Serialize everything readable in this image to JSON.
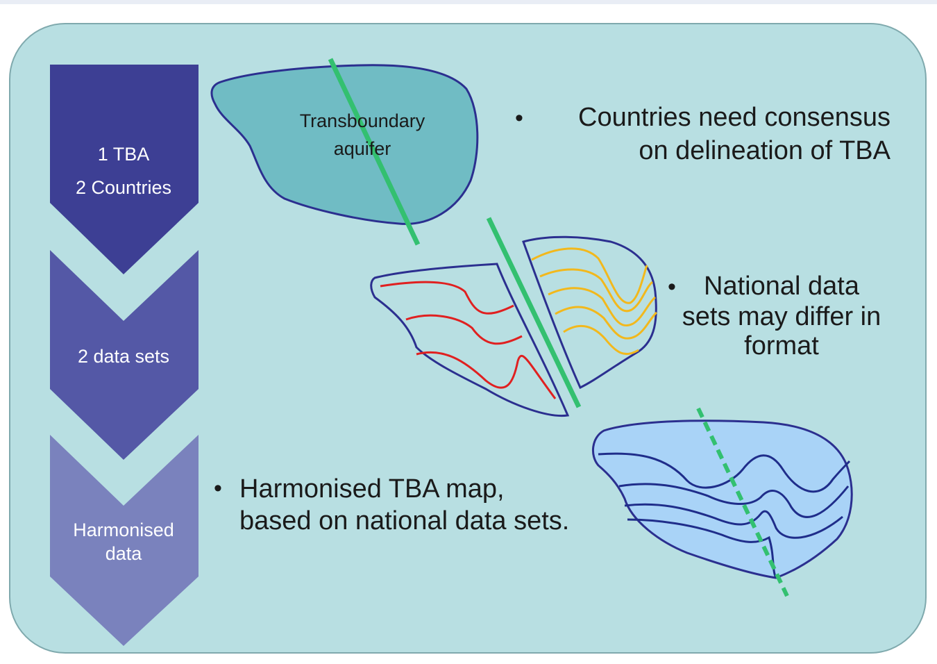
{
  "steps": [
    {
      "lines": [
        "1 TBA",
        "2 Countries"
      ],
      "color": "#3d3f94"
    },
    {
      "lines": [
        "2 data sets"
      ],
      "color": "#5458a6"
    },
    {
      "lines": [
        "Harmonised",
        "data"
      ],
      "color": "#7a82bd"
    }
  ],
  "aquifer_label": [
    "Transboundary",
    "aquifer"
  ],
  "bullets": {
    "consensus": [
      "Countries need consensus",
      "on delineation of TBA"
    ],
    "national": [
      "National data",
      "sets may differ in",
      "format"
    ],
    "harmonised": [
      "Harmonised TBA map,",
      "based on national data sets."
    ]
  },
  "bullet_symbol": "•",
  "colors": {
    "panel_bg": "#b8dfe2",
    "outline": "#2b2f8f",
    "aquifer_fill": "#70bcc4",
    "border_line": "#33c070",
    "red_lines": "#e02020",
    "yellow_lines": "#f2b81c",
    "harmonised_fill": "#a9d3f7",
    "harmonised_lines": "#1f2d8a"
  }
}
